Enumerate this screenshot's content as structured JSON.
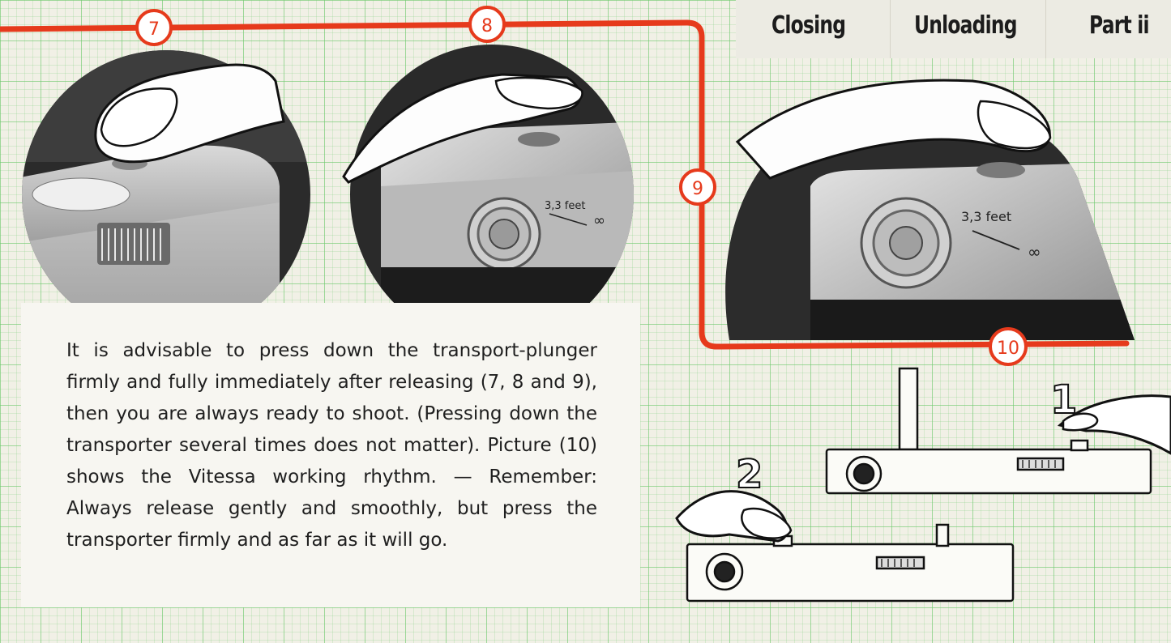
{
  "nav": {
    "tabs": [
      {
        "label": "Closing"
      },
      {
        "label": "Unloading"
      },
      {
        "label": "Part ii"
      }
    ]
  },
  "figures": {
    "badges": [
      "7",
      "8",
      "9",
      "10"
    ],
    "dial_label": "3,3 feet",
    "infinity": "∞",
    "steps": [
      "1",
      "2"
    ]
  },
  "body": {
    "paragraph": "It is advisable to press down the transport-plunger firmly and fully immediately after releasing (7, 8 and 9), then you are always ready to shoot. (Pressing down the transporter several times does not matter). Picture (10) shows the Vitessa working rhythm. — Remember: Always release gently and smoothly, but press the transporter firmly and as far as it will go."
  },
  "colors": {
    "accent": "#e63a1c",
    "grid": "#6ec86e"
  }
}
